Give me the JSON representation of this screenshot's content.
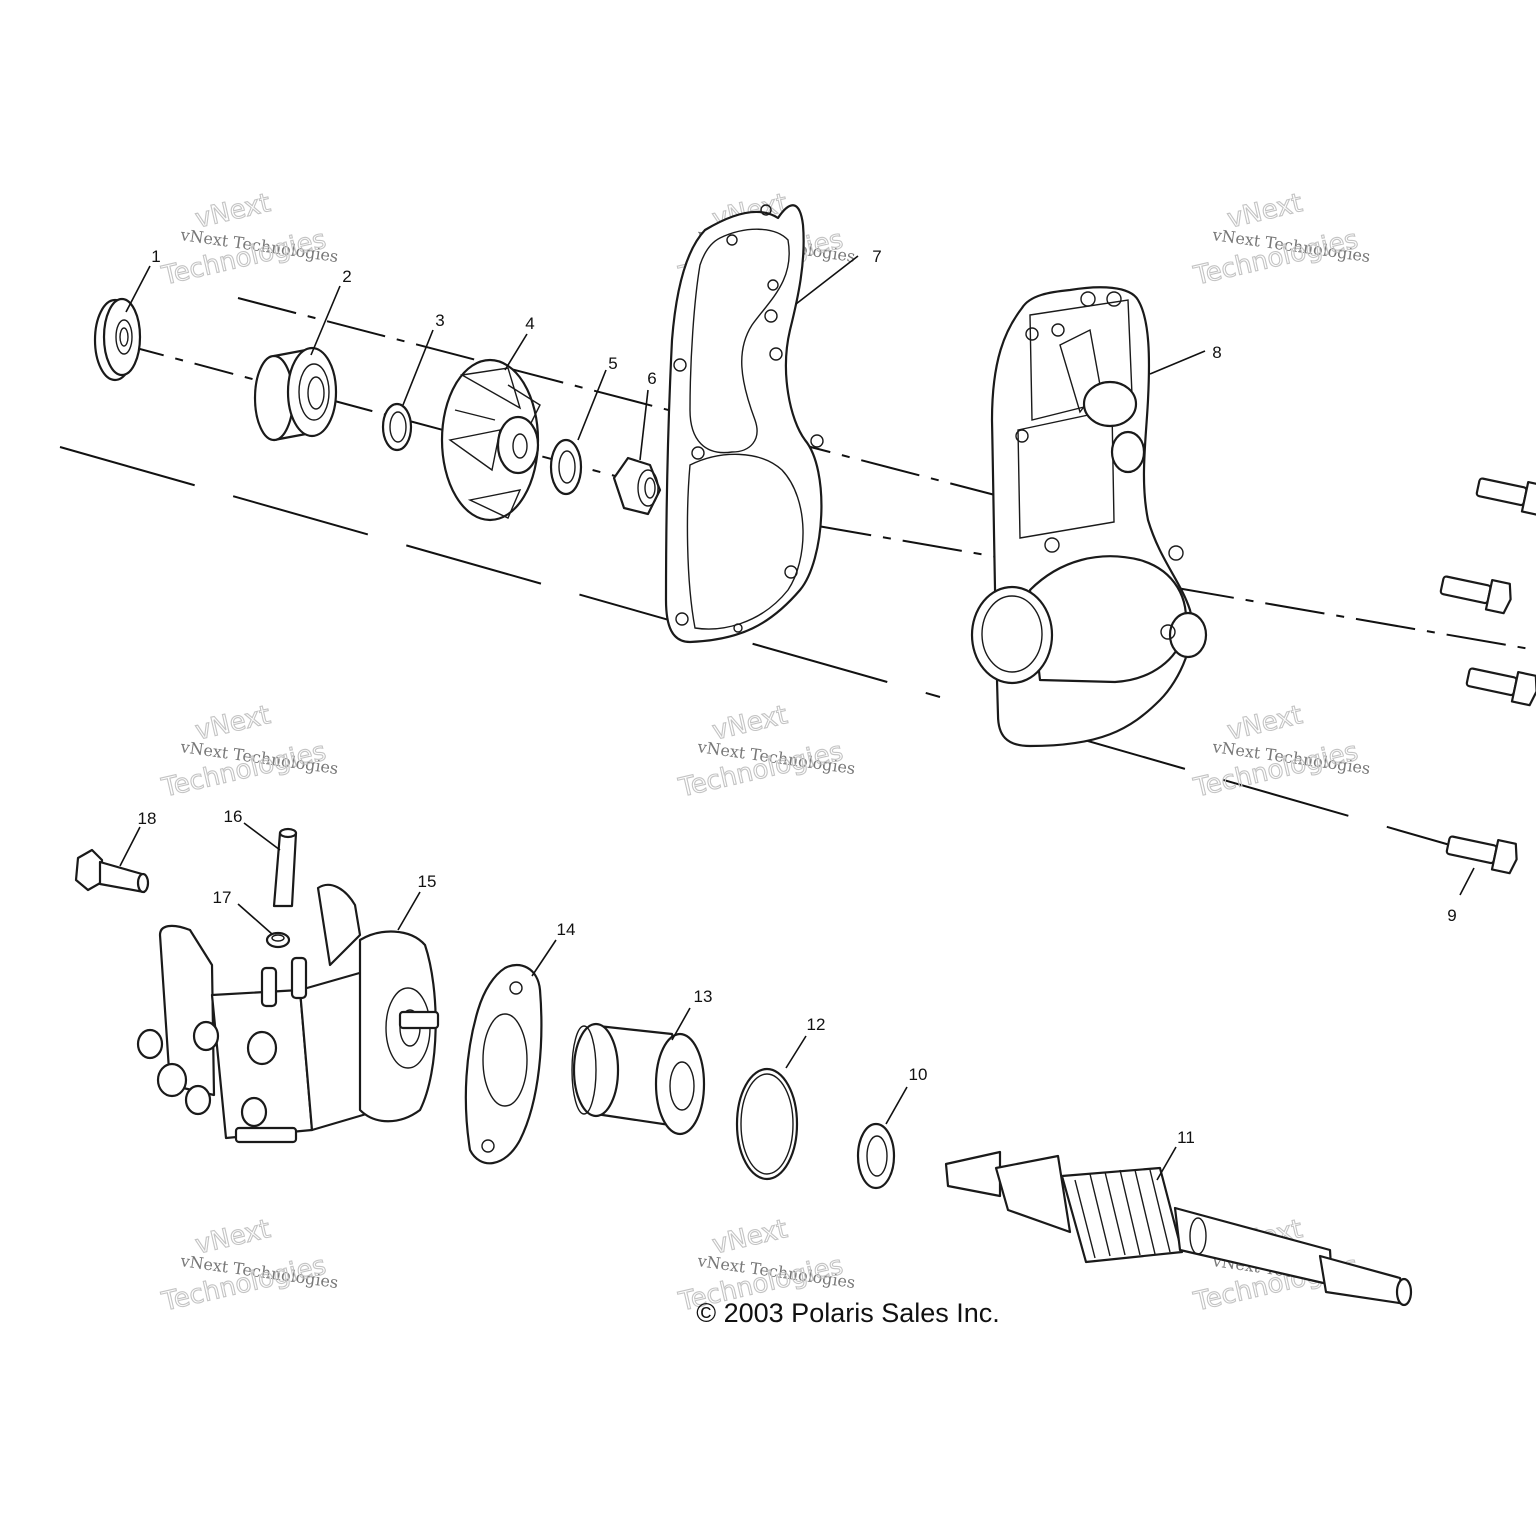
{
  "copyright": "© 2003 Polaris Sales Inc.",
  "watermark": {
    "line1": "vNext Technologies",
    "line2": "Technologies",
    "line3": "vNext"
  },
  "callouts": [
    {
      "id": "1",
      "label": "1"
    },
    {
      "id": "2",
      "label": "2"
    },
    {
      "id": "3",
      "label": "3"
    },
    {
      "id": "4",
      "label": "4"
    },
    {
      "id": "5",
      "label": "5"
    },
    {
      "id": "6",
      "label": "6"
    },
    {
      "id": "7",
      "label": "7"
    },
    {
      "id": "8",
      "label": "8"
    },
    {
      "id": "9",
      "label": "9"
    },
    {
      "id": "10",
      "label": "10"
    },
    {
      "id": "11",
      "label": "11"
    },
    {
      "id": "12",
      "label": "12"
    },
    {
      "id": "13",
      "label": "13"
    },
    {
      "id": "14",
      "label": "14"
    },
    {
      "id": "15",
      "label": "15"
    },
    {
      "id": "16",
      "label": "16"
    },
    {
      "id": "17",
      "label": "17"
    },
    {
      "id": "18",
      "label": "18"
    }
  ]
}
